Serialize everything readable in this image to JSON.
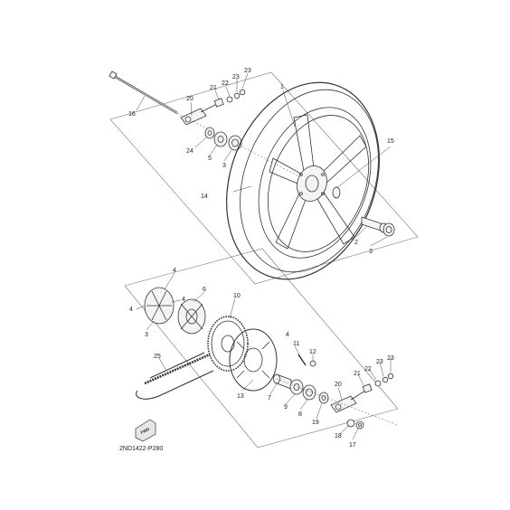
{
  "diagram_code": "2ND1422-P280",
  "fwd_badge": "FWD",
  "callouts": [
    "1",
    "2",
    "3",
    "3",
    "3",
    "4",
    "4",
    "4",
    "4",
    "5",
    "6",
    "7",
    "8",
    "9",
    "10",
    "11",
    "12",
    "13",
    "14",
    "15",
    "16",
    "17",
    "18",
    "19",
    "20",
    "20",
    "21",
    "21",
    "22",
    "22",
    "23",
    "23",
    "23",
    "23",
    "24",
    "25"
  ]
}
